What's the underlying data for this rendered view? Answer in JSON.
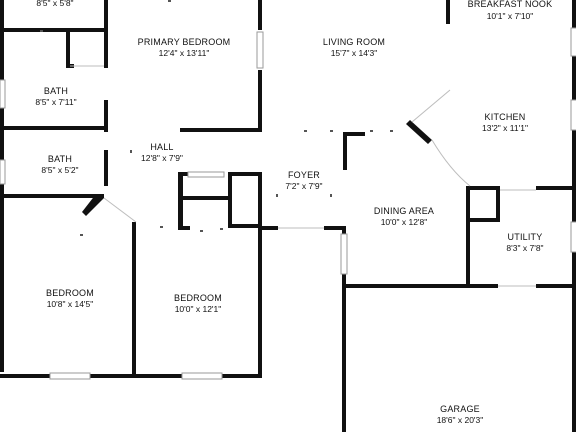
{
  "colors": {
    "wall": "#111111",
    "window": "#9a9a9a",
    "door": "#bdbdbd",
    "background": "#ffffff"
  },
  "rooms": [
    {
      "id": "closet-top",
      "name": "",
      "dims": "8'5\" x 5'8\""
    },
    {
      "id": "breakfast-nook",
      "name": "BREAKFAST NOOK",
      "dims": "10'1\" x 7'10\""
    },
    {
      "id": "primary-bedroom",
      "name": "PRIMARY BEDROOM",
      "dims": "12'4\" x 13'11\""
    },
    {
      "id": "living-room",
      "name": "LIVING ROOM",
      "dims": "15'7\" x 14'3\""
    },
    {
      "id": "bath-1",
      "name": "BATH",
      "dims": "8'5\" x 7'11\""
    },
    {
      "id": "kitchen",
      "name": "KITCHEN",
      "dims": "13'2\" x 11'1\""
    },
    {
      "id": "hall",
      "name": "HALL",
      "dims": "12'8\" x 7'9\""
    },
    {
      "id": "bath-2",
      "name": "BATH",
      "dims": "8'5\" x 5'2\""
    },
    {
      "id": "foyer",
      "name": "FOYER",
      "dims": "7'2\" x 7'9\""
    },
    {
      "id": "dining-area",
      "name": "DINING AREA",
      "dims": "10'0\" x 12'8\""
    },
    {
      "id": "utility",
      "name": "UTILITY",
      "dims": "8'3\" x 7'8\""
    },
    {
      "id": "bedroom-1",
      "name": "BEDROOM",
      "dims": "10'8\" x 14'5\""
    },
    {
      "id": "bedroom-2",
      "name": "BEDROOM",
      "dims": "10'0\" x 12'1\""
    },
    {
      "id": "garage",
      "name": "GARAGE",
      "dims": "18'6\" x 20'3\""
    }
  ]
}
